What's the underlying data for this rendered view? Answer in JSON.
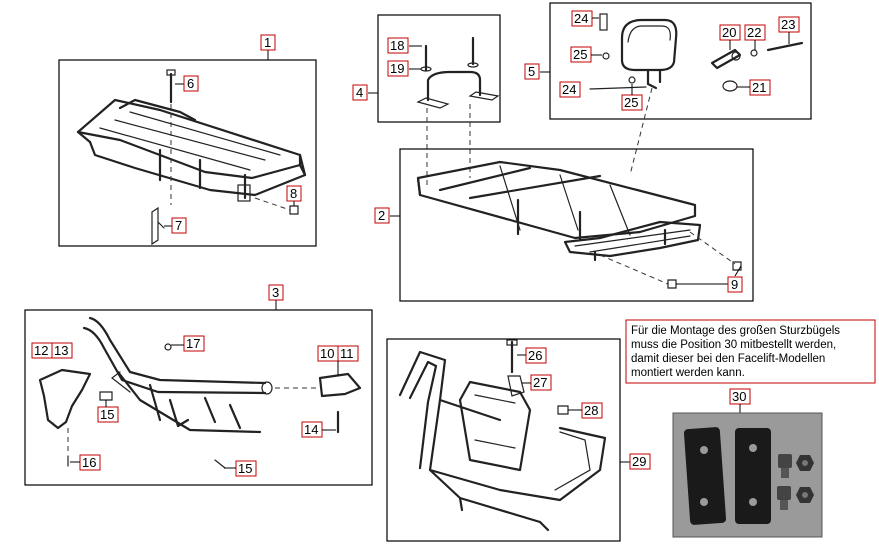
{
  "parts": {
    "p1": "1",
    "p2": "2",
    "p3": "3",
    "p4": "4",
    "p5": "5",
    "p6": "6",
    "p7": "7",
    "p8": "8",
    "p9": "9",
    "p10": "10",
    "p11": "11",
    "p12": "12",
    "p13": "13",
    "p14": "14",
    "p15a": "15",
    "p15b": "15",
    "p16": "16",
    "p17": "17",
    "p18": "18",
    "p19": "19",
    "p20": "20",
    "p21": "21",
    "p22": "22",
    "p23": "23",
    "p24a": "24",
    "p24b": "24",
    "p25a": "25",
    "p25b": "25",
    "p26": "26",
    "p27": "27",
    "p28": "28",
    "p29": "29",
    "p30": "30"
  },
  "note": {
    "line1": "Für die Montage des großen Sturzbügels",
    "line2": "muss die Position 30 mitbestellt werden,",
    "line3": "damit dieser bei den Facelift-Modellen",
    "line4": "montiert werden kann."
  },
  "colors": {
    "tag_border": "#c00000",
    "line": "#000000"
  }
}
